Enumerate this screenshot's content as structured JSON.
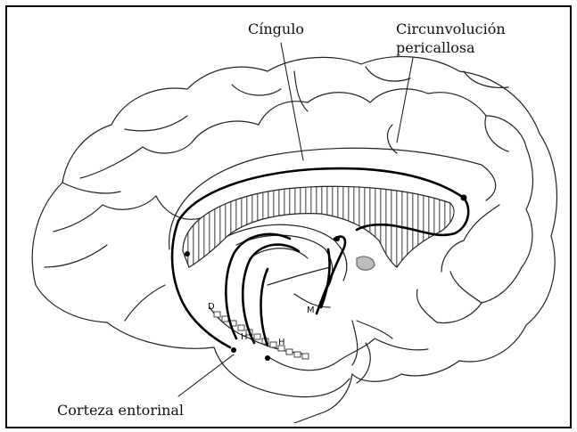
{
  "labels": {
    "cingulo": "Cíngulo",
    "pericallosa_line1": "Circunvolución",
    "pericallosa_line2": "pericallosa",
    "corteza_entorinal": "Corteza entorinal"
  },
  "small_letters": {
    "d": "D",
    "h1": "H",
    "h2": "H",
    "m": "M"
  }
}
